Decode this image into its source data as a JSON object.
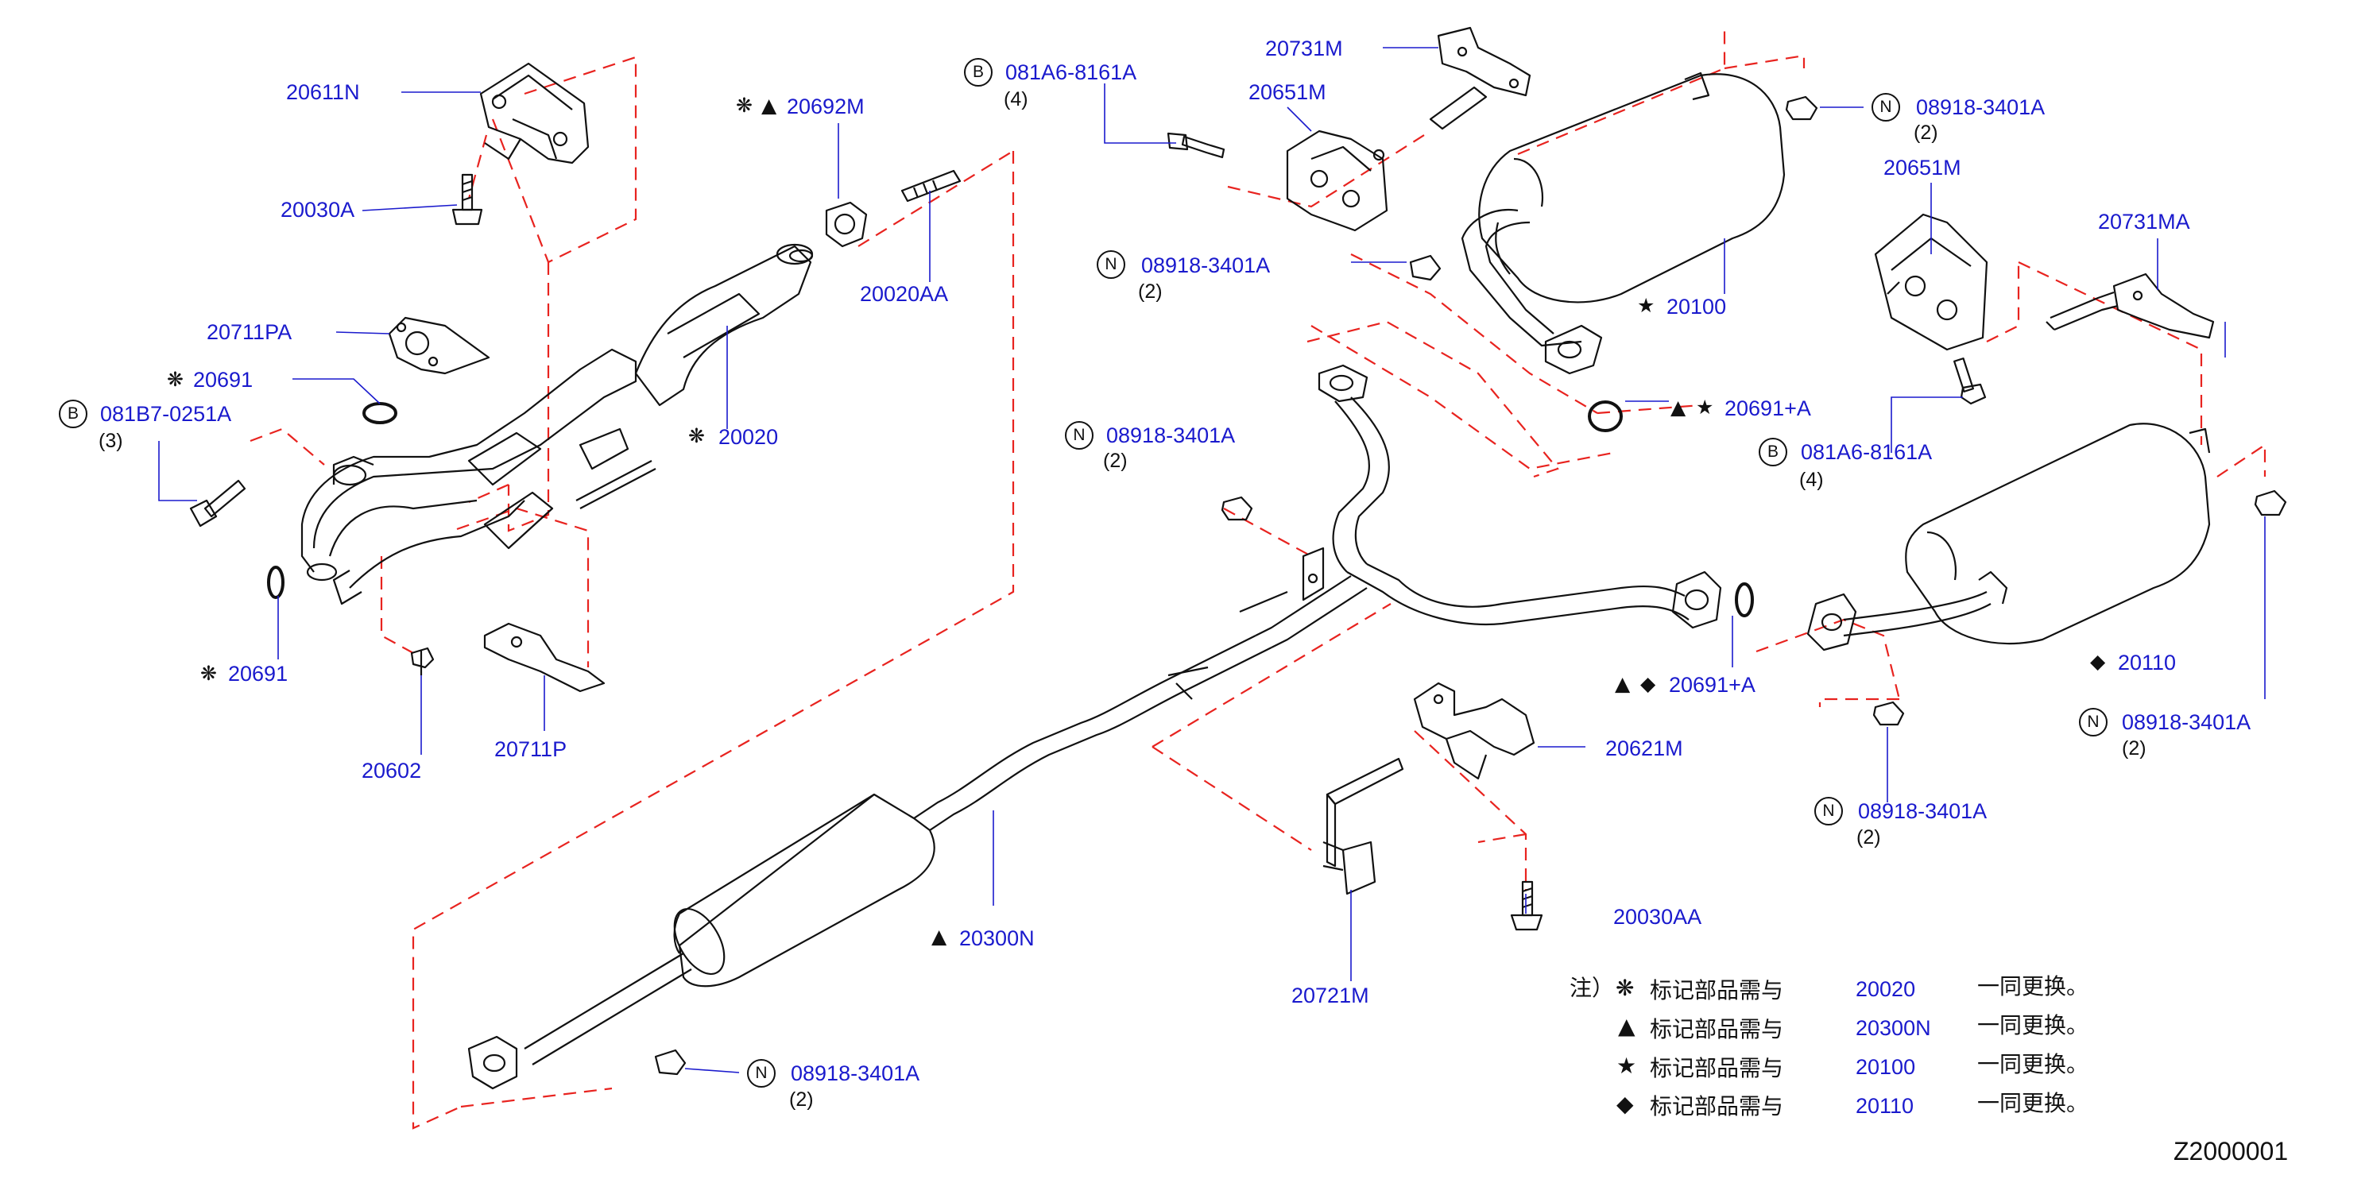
{
  "parts": {
    "p20611N": "20611N",
    "p20030A": "20030A",
    "p20711PA": "20711PA",
    "p20691a": "20691",
    "p081B7": "081B7-0251A",
    "q081B7": "(3)",
    "p20691b": "20691",
    "p20602": "20602",
    "p20711P": "20711P",
    "p20692M": "20692M",
    "p20020AA": "20020AA",
    "p20020": "20020",
    "p081A6a": "081A6-8161A",
    "q081A6a": "(4)",
    "p20731M": "20731M",
    "p20651Ma": "20651M",
    "pN1": "08918-3401A",
    "qN1": "(2)",
    "pN2": "08918-3401A",
    "qN2": "(2)",
    "p20100": "20100",
    "p20691A1": "20691+A",
    "pN3": "08918-3401A",
    "qN3": "(2)",
    "p20651Mb": "20651M",
    "p20731MA": "20731MA",
    "p081A6b": "081A6-8161A",
    "q081A6b": "(4)",
    "p20691A2": "20691+A",
    "p20110": "20110",
    "pN4": "08918-3401A",
    "qN4": "(2)",
    "pN5": "08918-3401A",
    "qN5": "(2)",
    "p20621M": "20621M",
    "p20030AA": "20030AA",
    "p20721M": "20721M",
    "p20300N": "20300N",
    "pN6": "08918-3401A",
    "qN6": "(2)"
  },
  "markers": {
    "sun": "❋",
    "triangle": "▲",
    "star": "★",
    "diamond": "◆",
    "B": "B",
    "N": "N"
  },
  "notes": {
    "prefix": "注）",
    "text": "标记部品需与",
    "suffix": "一同更换。",
    "rows": [
      {
        "symbol": "❋",
        "part": "20020"
      },
      {
        "symbol": "▲",
        "part": "20300N"
      },
      {
        "symbol": "★",
        "part": "20100"
      },
      {
        "symbol": "◆",
        "part": "20110"
      }
    ]
  },
  "diagram_code": "Z2000001",
  "colors": {
    "label": "#1a1acd",
    "leader": "#1a1acd",
    "dashed": "#e8231f",
    "drawing": "#111111"
  }
}
